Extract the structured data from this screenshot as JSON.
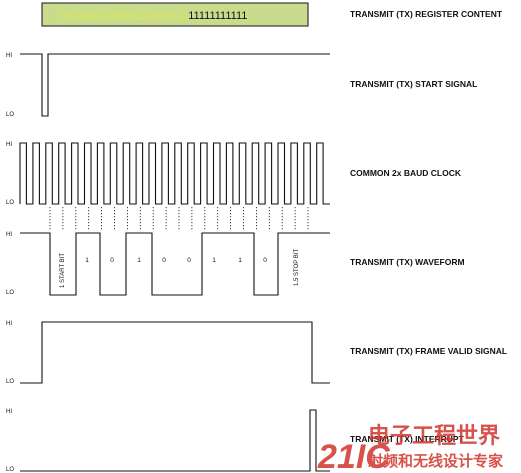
{
  "register": {
    "bits_sent": "0011001100001111001111",
    "bits_idle": "11111111111",
    "box_color": "#c9dc8e",
    "sent_color": "#dfe843",
    "idle_color": "#111111"
  },
  "labels": {
    "register": "TRANSMIT (TX) REGISTER CONTENT",
    "start": "TRANSMIT (TX) START SIGNAL",
    "clock": "COMMON 2x BAUD CLOCK",
    "waveform": "TRANSMIT (TX) WAVEFORM",
    "frame_valid": "TRANSMIT (TX) FRAME VALID SIGNAL",
    "interrupt": "TRANSMIT (TX) INTERRUPT"
  },
  "levels": {
    "hi": "HI",
    "lo": "LO"
  },
  "waveform_bits": {
    "start_bit": "1 START BIT",
    "stop_bit": "1.5 STOP BIT",
    "data_bits": [
      "1",
      "0",
      "1",
      "0",
      "0",
      "1",
      "1",
      "0"
    ]
  },
  "watermark": {
    "logo": "21IC",
    "cn_top": "电子工程世界",
    "cn_bottom": "射频和无线设计专家",
    "color": "#d0342c"
  }
}
